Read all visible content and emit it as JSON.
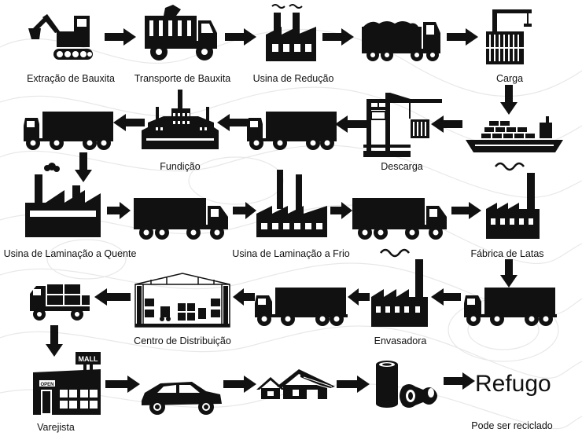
{
  "colors": {
    "ink": "#111111",
    "background": "#ffffff",
    "contour": "#e6e6e6"
  },
  "labels": {
    "extracao": "Extração de Bauxita",
    "transporte": "Transporte de Bauxita",
    "reducao": "Usina de Redução",
    "carga": "Carga",
    "fundicao": "Fundição",
    "descarga": "Descarga",
    "lam_quente": "Usina de Laminação a Quente",
    "lam_frio": "Usina de Laminação a Frio",
    "fabrica_latas": "Fábrica de Latas",
    "centro_distrib": "Centro de Distribuição",
    "envasadora": "Envasadora",
    "varejista": "Varejista",
    "pode_reciclado": "Pode ser reciclado",
    "refugo": "Refugo",
    "mall_sign": "MALL",
    "open_sign": "OPEN"
  },
  "icons": [
    "excavator-icon",
    "dump-truck-icon",
    "factory-icon",
    "truck-icon",
    "crane-container-icon",
    "ship-icon",
    "foundry-icon",
    "warehouse-icon",
    "house-icon",
    "car-icon",
    "can-icon",
    "store-icon",
    "arrow-icon"
  ]
}
